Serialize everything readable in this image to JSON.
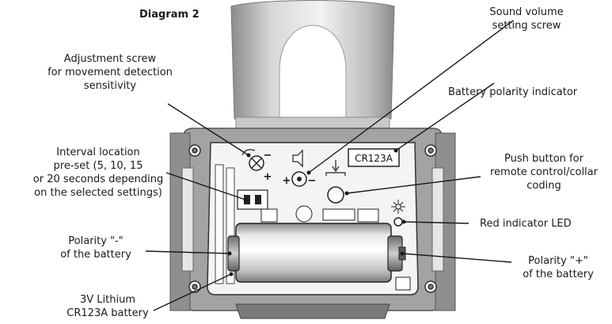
{
  "title": "Diagram 2",
  "labels": {
    "sound_volume": [
      "Sound volume",
      "setting screw"
    ],
    "adjustment_screw": [
      "Adjustment screw",
      "for movement detection",
      "sensitivity"
    ],
    "battery_polarity_indicator": "Battery polarity indicator",
    "interval_location": [
      "Interval location",
      "pre-set (5, 10, 15",
      "or 20 seconds depending",
      "on the selected settings)"
    ],
    "push_button": [
      "Push button for",
      "remote control/collar",
      "coding"
    ],
    "red_led": "Red indicator LED",
    "polarity_minus": [
      "Polarity \"-\"",
      "of the battery"
    ],
    "polarity_plus": [
      "Polarity \"+\"",
      "of the battery"
    ],
    "battery": [
      "3V Lithium",
      "CR123A battery"
    ]
  },
  "device_marks": {
    "battery_code": "CR123A",
    "plus": "+",
    "minus": "−",
    "plus_left": "+"
  },
  "colors": {
    "line": "#1a1a1a",
    "housing": "#9a9a9a",
    "housing_dark": "#6e6e6e",
    "inner": "#f4f4f4"
  }
}
